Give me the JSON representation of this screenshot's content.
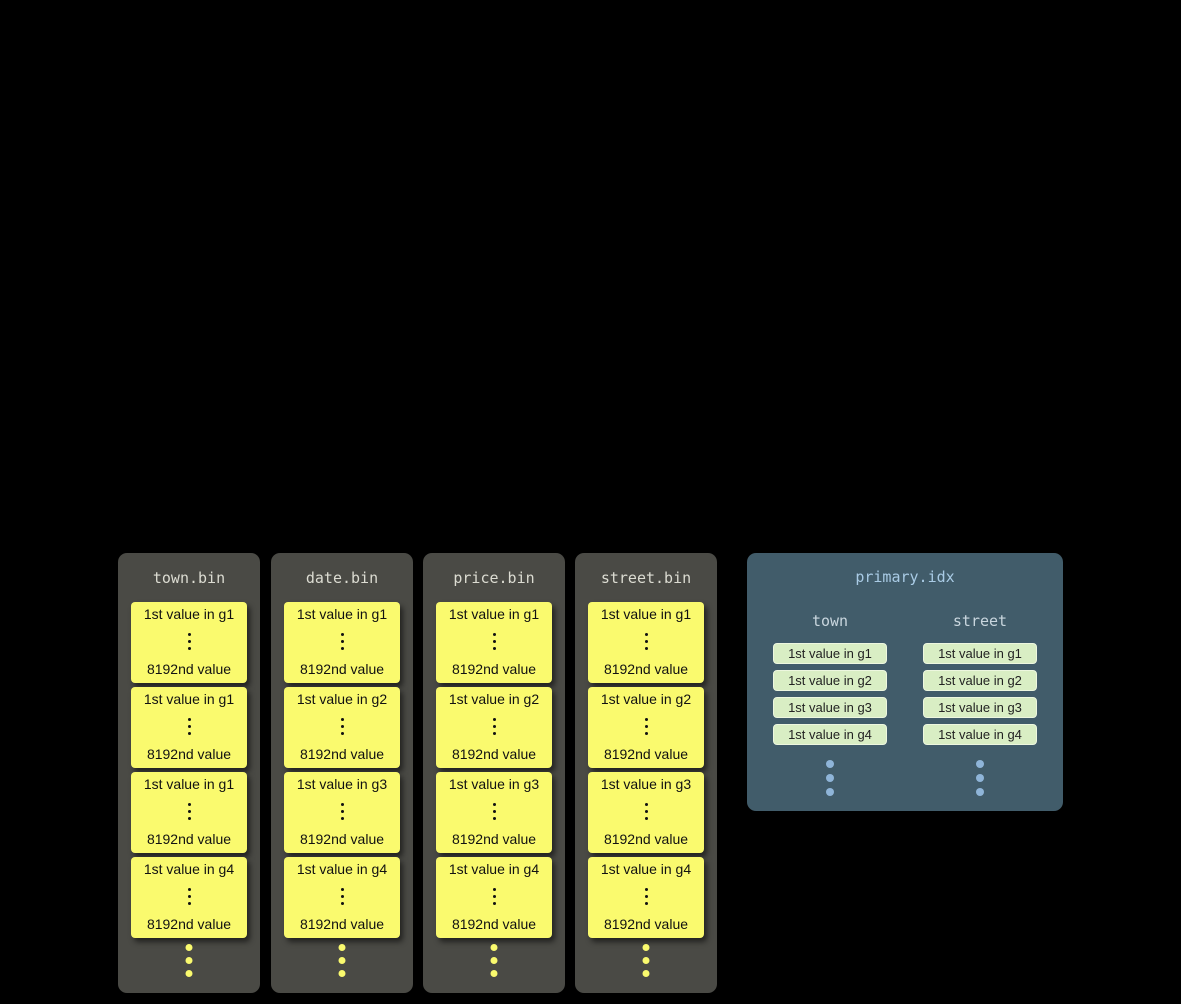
{
  "files": [
    {
      "name": "town.bin",
      "granules": [
        {
          "first": "1st value in g1",
          "last": "8192nd value"
        },
        {
          "first": "1st value in g1",
          "last": "8192nd value"
        },
        {
          "first": "1st value in g1",
          "last": "8192nd value"
        },
        {
          "first": "1st value in g4",
          "last": "8192nd value"
        }
      ]
    },
    {
      "name": "date.bin",
      "granules": [
        {
          "first": "1st value in g1",
          "last": "8192nd value"
        },
        {
          "first": "1st value in g2",
          "last": "8192nd value"
        },
        {
          "first": "1st value in g3",
          "last": "8192nd value"
        },
        {
          "first": "1st value in g4",
          "last": "8192nd value"
        }
      ]
    },
    {
      "name": "price.bin",
      "granules": [
        {
          "first": "1st value in g1",
          "last": "8192nd value"
        },
        {
          "first": "1st value in g2",
          "last": "8192nd value"
        },
        {
          "first": "1st value in g3",
          "last": "8192nd value"
        },
        {
          "first": "1st value in g4",
          "last": "8192nd value"
        }
      ]
    },
    {
      "name": "street.bin",
      "granules": [
        {
          "first": "1st value in g1",
          "last": "8192nd value"
        },
        {
          "first": "1st value in g2",
          "last": "8192nd value"
        },
        {
          "first": "1st value in g3",
          "last": "8192nd value"
        },
        {
          "first": "1st value in g4",
          "last": "8192nd value"
        }
      ]
    }
  ],
  "index": {
    "title": "primary.idx",
    "columns": [
      {
        "header": "town",
        "entries": [
          "1st value in g1",
          "1st value in g2",
          "1st value in g3",
          "1st value in g4"
        ]
      },
      {
        "header": "street",
        "entries": [
          "1st value in g1",
          "1st value in g2",
          "1st value in g3",
          "1st value in g4"
        ]
      }
    ]
  },
  "colors": {
    "background": "#000000",
    "file_panel": "#4A4A45",
    "granule_block": "#FAFA6E",
    "index_panel": "#415C6A",
    "index_title_text": "#A9CBE5",
    "index_entry_fill": "#D9EEC4",
    "index_dots": "#8FB5D8"
  }
}
